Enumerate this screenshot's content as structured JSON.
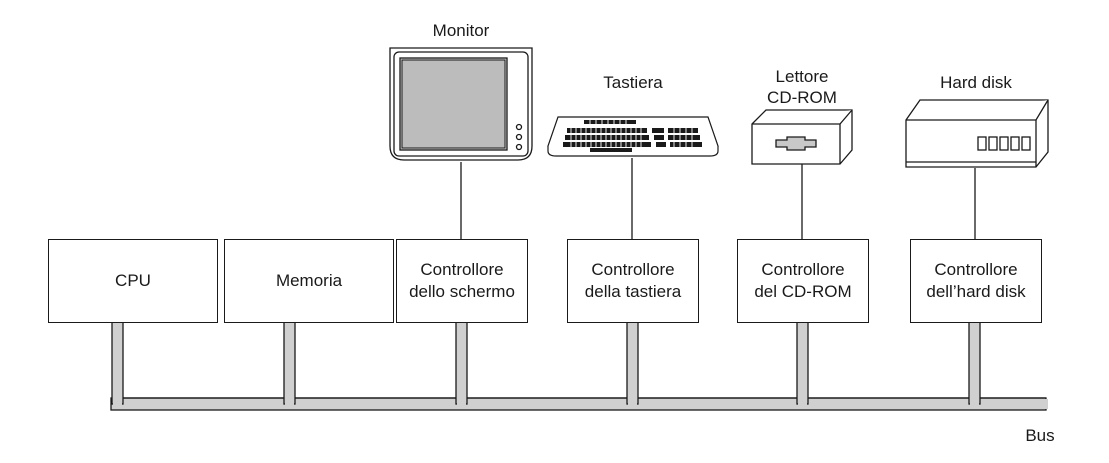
{
  "components": {
    "cpu": "CPU",
    "memory": "Memoria",
    "screen_controller": "Controllore\ndello schermo",
    "keyboard_controller": "Controllore\ndella tastiera",
    "cdrom_controller": "Controllore\ndel CD-ROM",
    "harddisk_controller": "Controllore\ndell’hard disk"
  },
  "devices": {
    "monitor": "Monitor",
    "keyboard": "Tastiera",
    "cdrom": "Lettore\nCD-ROM",
    "harddisk": "Hard disk"
  },
  "bus_label": "Bus",
  "icons": [
    "monitor-icon",
    "keyboard-icon",
    "cdrom-drive-icon",
    "hard-disk-icon"
  ]
}
